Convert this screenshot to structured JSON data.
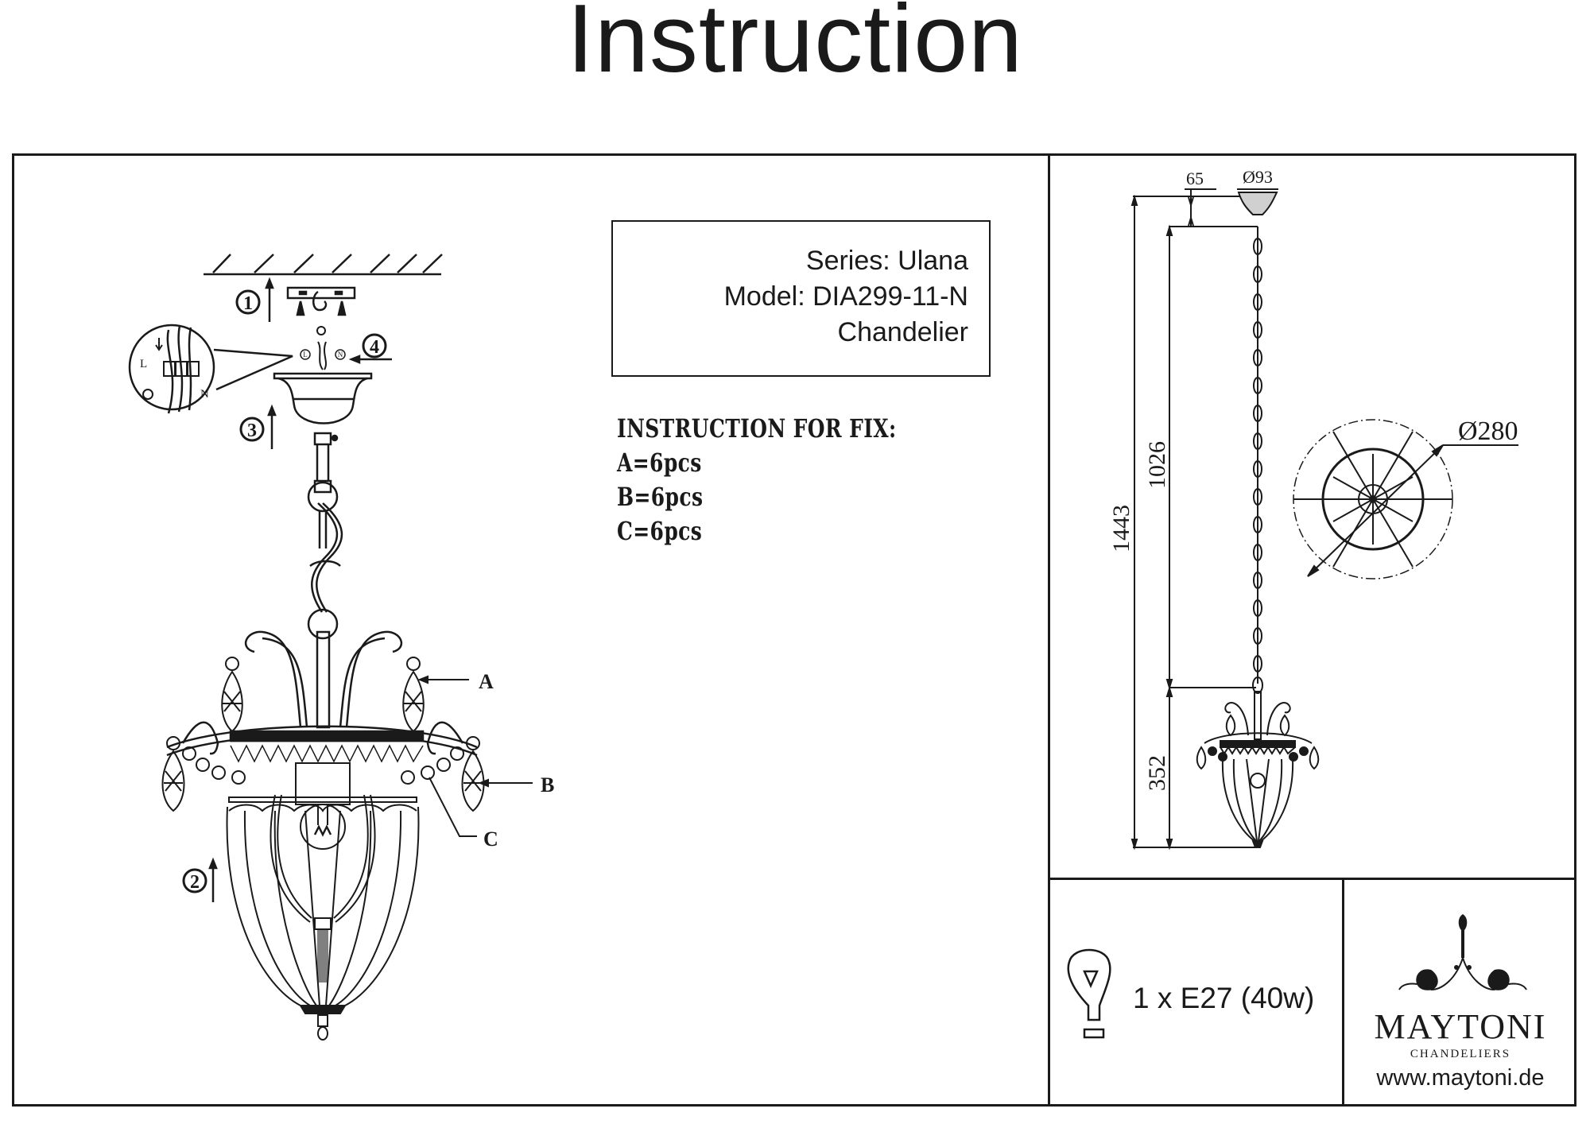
{
  "header": {
    "title": "Instruction"
  },
  "product": {
    "series": "Series: Ulana",
    "model": "Model: DIA299-11-N",
    "type": "Chandelier"
  },
  "fix_instructions": {
    "heading": "INSTRUCTION FOR FIX:",
    "items": [
      "A=6pcs",
      "B=6pcs",
      "C=6pcs"
    ]
  },
  "assembly_diagram": {
    "steps": [
      "1",
      "2",
      "3",
      "4"
    ],
    "wire_labels": {
      "live": "L",
      "neutral": "N",
      "live_small": "L",
      "neutral_small": "N"
    },
    "part_labels": [
      "A",
      "B",
      "C"
    ]
  },
  "dimensions": {
    "canopy_height": "65",
    "canopy_diameter": "Ø93",
    "total_height": "1443",
    "chain_length": "1026",
    "body_height": "352",
    "body_diameter": "Ø280"
  },
  "bulb": {
    "icon": "light-bulb-icon",
    "spec": "1 x E27 (40w)"
  },
  "brand": {
    "logo": "maytoni-ornament-logo",
    "name": "MAYTONI",
    "subtitle": "CHANDELIERS",
    "url": "www.maytoni.de"
  },
  "colors": {
    "ink": "#1a1a1a",
    "paper": "#ffffff"
  }
}
